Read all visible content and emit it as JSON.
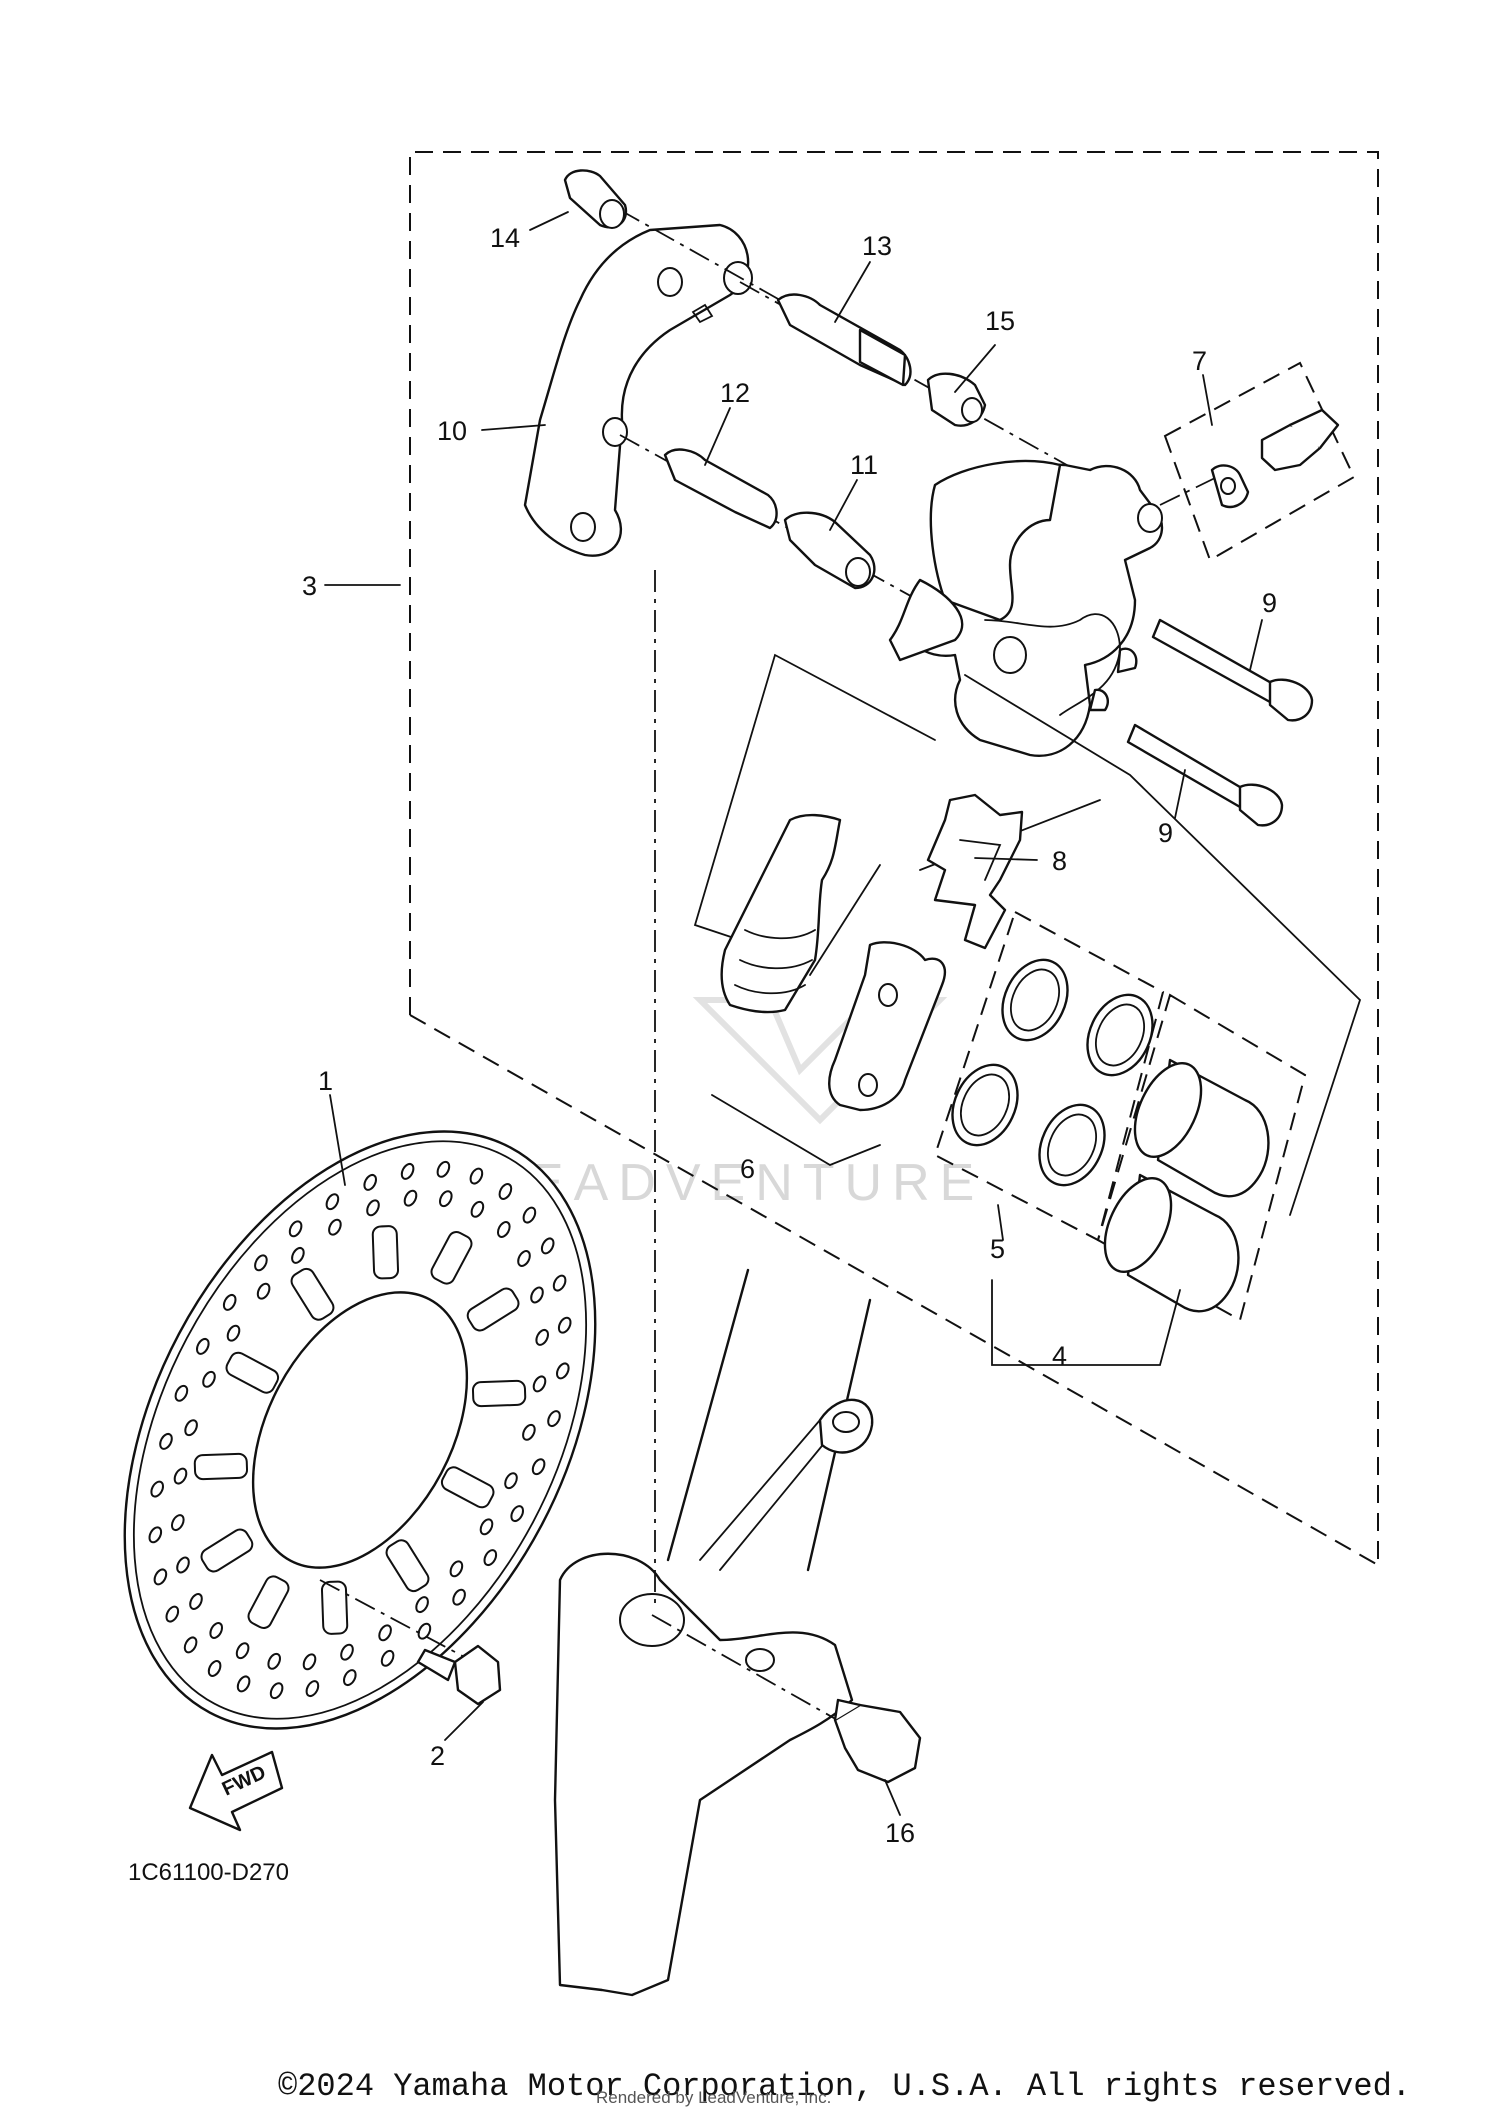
{
  "callouts": [
    {
      "label": "1",
      "part": "brake-disc"
    },
    {
      "label": "2",
      "part": "disc-bolt"
    },
    {
      "label": "3",
      "part": "caliper-assembly"
    },
    {
      "label": "4",
      "part": "caliper-seal-kit"
    },
    {
      "label": "5",
      "part": "piston-seal-kit"
    },
    {
      "label": "6",
      "part": "brake-pad-kit"
    },
    {
      "label": "7",
      "part": "bleed-screw-set"
    },
    {
      "label": "8",
      "part": "pad-spring"
    },
    {
      "label": "9",
      "part": "pad-pin"
    },
    {
      "label": "9",
      "part": "pad-pin"
    },
    {
      "label": "10",
      "part": "caliper-bracket"
    },
    {
      "label": "11",
      "part": "boot"
    },
    {
      "label": "12",
      "part": "bolt"
    },
    {
      "label": "13",
      "part": "bolt"
    },
    {
      "label": "14",
      "part": "collar"
    },
    {
      "label": "15",
      "part": "boot"
    },
    {
      "label": "16",
      "part": "caliper-mount-bolt"
    }
  ],
  "diagram_code": "1C61100-D270",
  "fwd_label": "FWD",
  "watermark": "LEADVENTURE",
  "copyright": "©2024 Yamaha Motor Corporation, U.S.A. All rights reserved.",
  "rendered_by": "Rendered by LeadVenture, Inc."
}
